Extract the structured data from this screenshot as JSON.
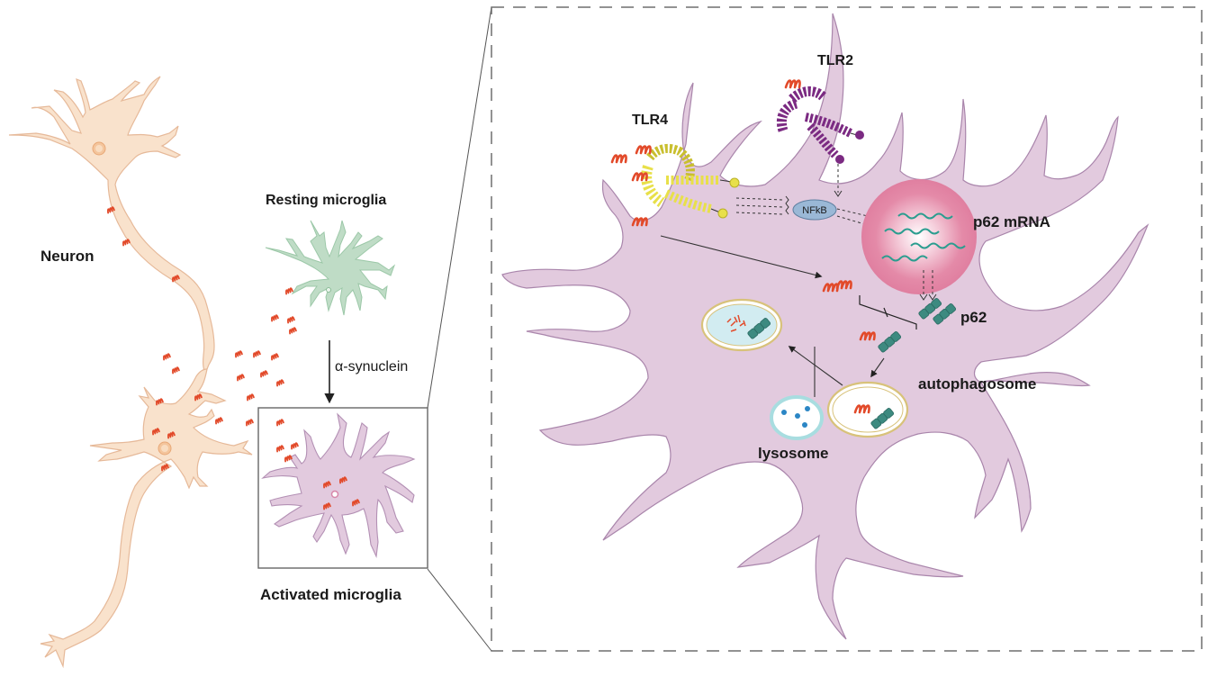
{
  "figure": {
    "type": "biological-pathway-diagram",
    "left_panel": {
      "neuron_label": "Neuron",
      "resting_label": "Resting microglia",
      "transition_label": "α-synuclein",
      "activated_label": "Activated microglia"
    },
    "zoom_panel": {
      "receptors": [
        {
          "label": "TLR4",
          "color": "#e8e04a"
        },
        {
          "label": "TLR2",
          "color": "#7b2a82"
        }
      ],
      "transcription_factor": "NFkB",
      "nucleus_label": "p62 mRNA",
      "protein_label": "p62",
      "autophagosome_label": "autophagosome",
      "lysosome_label": "lysosome"
    },
    "colors": {
      "neuron": "#f9e2cc",
      "resting_microglia": "#bfdcc6",
      "activated_microglia": "#e2cade",
      "alpha_synuclein": "#e24a2a",
      "p62": "#3d8a80",
      "mrna": "#2a9d8f",
      "nucleus": "#e48aa8",
      "nfkb": "#9ab8d6",
      "lysosome_ring": "#a8dde0"
    }
  }
}
